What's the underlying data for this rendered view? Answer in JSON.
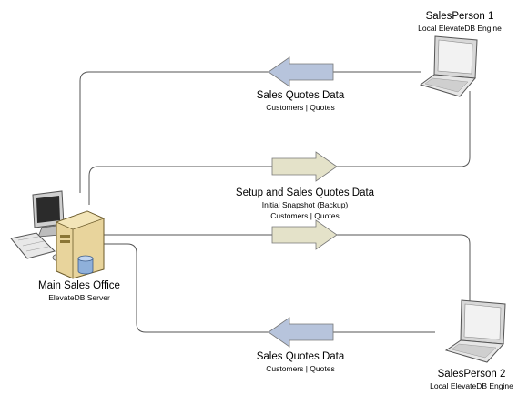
{
  "nodes": {
    "salesperson1": {
      "name": "SalesPerson 1",
      "detail": "Local ElevateDB Engine"
    },
    "salesperson2": {
      "name": "SalesPerson 2",
      "detail": "Local ElevateDB Engine"
    },
    "main_office": {
      "name": "Main Sales Office",
      "detail": "ElevateDB Server"
    }
  },
  "flows": [
    {
      "title": "Sales Quotes Data",
      "lines": [
        "Customers | Quotes"
      ],
      "direction": "left",
      "color": "#b7c4dc"
    },
    {
      "title": "Setup and Sales Quotes Data",
      "lines": [
        "Initial Snapshot (Backup)",
        "Customers | Quotes"
      ],
      "direction": "right",
      "color": "#e4e2c9"
    },
    {
      "direction": "right",
      "color": "#e4e2c9"
    },
    {
      "title": "Sales Quotes Data",
      "lines": [
        "Customers | Quotes"
      ],
      "direction": "left",
      "color": "#b7c4dc"
    }
  ]
}
